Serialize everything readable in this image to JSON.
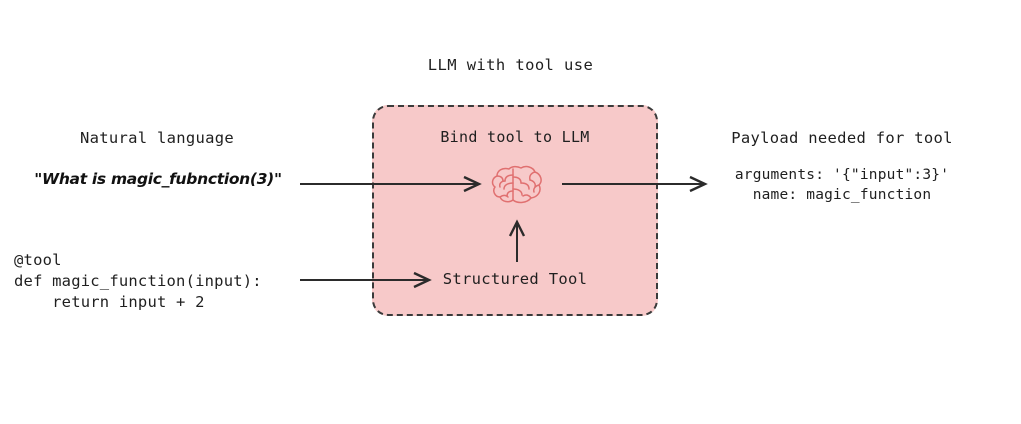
{
  "diagram": {
    "title": "LLM with tool use",
    "background_color": "#ffffff",
    "accent_color": "#f7c9c9",
    "border_color": "#3a3a3a",
    "brain_color": "#e07070"
  },
  "left_column": {
    "heading": "Natural language",
    "utterance": "\"What is magic_fubnction(3)\"",
    "code": "@tool\ndef magic_function(input):\n    return input + 2"
  },
  "box": {
    "label": "Bind tool to LLM",
    "tool_label": "Structured Tool",
    "icon": "brain-icon"
  },
  "right_column": {
    "heading": "Payload needed for tool",
    "payload": "arguments: '{\"input\":3}'\nname: magic_function"
  },
  "arrows": [
    {
      "name": "arrow-utterance-to-llm",
      "direction": "right"
    },
    {
      "name": "arrow-tool-to-structured-tool",
      "direction": "right"
    },
    {
      "name": "arrow-structured-tool-to-llm",
      "direction": "up"
    },
    {
      "name": "arrow-llm-to-payload",
      "direction": "right"
    }
  ]
}
